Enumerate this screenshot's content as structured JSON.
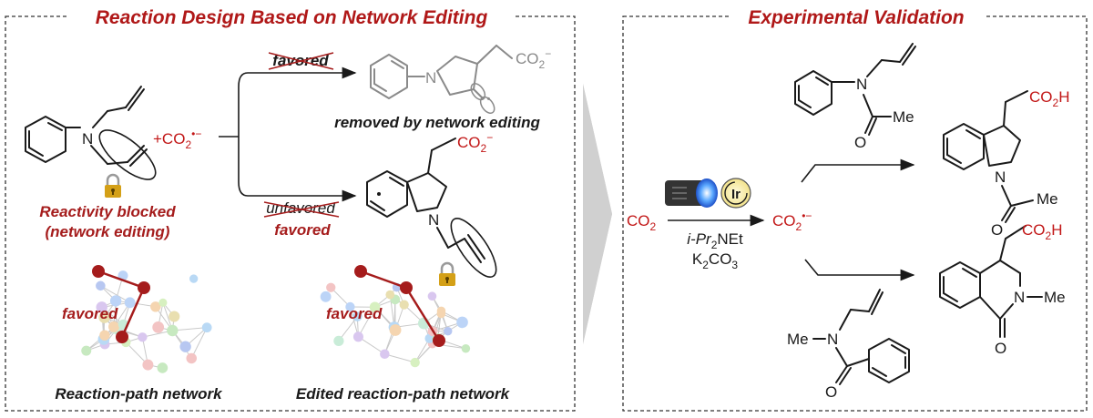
{
  "left_panel": {
    "title": "Reaction Design Based on  Network Editing",
    "reagent_radical": "+CO",
    "reagent_radical_sub": "2",
    "reagent_radical_sup": "•−",
    "upper_path_label": "favored",
    "upper_product_group": "CO",
    "upper_product_group_sub": "2",
    "upper_product_group_sup": "−",
    "upper_product_N": "N",
    "removed_caption": "removed by network editing",
    "lower_path_label_struck": "unfavored",
    "lower_path_label": "favored",
    "lower_product_group": "CO",
    "lower_product_group_sub": "2",
    "lower_product_group_sup": "−",
    "lower_product_N": "N",
    "substrate_N": "N",
    "blocked_caption_1": "Reactivity blocked",
    "blocked_caption_2": "(network editing)",
    "network_left_label": "favored",
    "network_right_label": "favored",
    "network_left_caption": "Reaction-path network",
    "network_right_caption": "Edited reaction-path network"
  },
  "right_panel": {
    "title": "Experimental Validation",
    "start_reagent": "CO",
    "start_reagent_sub": "2",
    "catalyst": "Ir",
    "base_1": "i-Pr",
    "base_1_sub": "2",
    "base_1_tail": "NEt",
    "base_2": "K",
    "base_2_sub": "2",
    "base_2_tail": "CO",
    "base_2_sub2": "3",
    "radical_product": "CO",
    "radical_product_sub": "2",
    "radical_product_sup": "•−",
    "top_substrate_N": "N",
    "top_substrate_O": "O",
    "top_substrate_Me": "Me",
    "top_product_acid": "CO",
    "top_product_acid_sub": "2",
    "top_product_acid_tail": "H",
    "top_product_N": "N",
    "top_product_O": "O",
    "top_product_Me": "Me",
    "bottom_substrate_Me": "Me",
    "bottom_substrate_N": "N",
    "bottom_substrate_O": "O",
    "bottom_product_acid": "CO",
    "bottom_product_acid_sub": "2",
    "bottom_product_acid_tail": "H",
    "bottom_product_N": "N",
    "bottom_product_Me": "Me",
    "bottom_product_O": "O"
  },
  "colors": {
    "title": "#b01818",
    "highlight": "#a51c1c",
    "reagent": "#c21717",
    "faded": "#8a8a8a",
    "lock": "#d4a017"
  }
}
